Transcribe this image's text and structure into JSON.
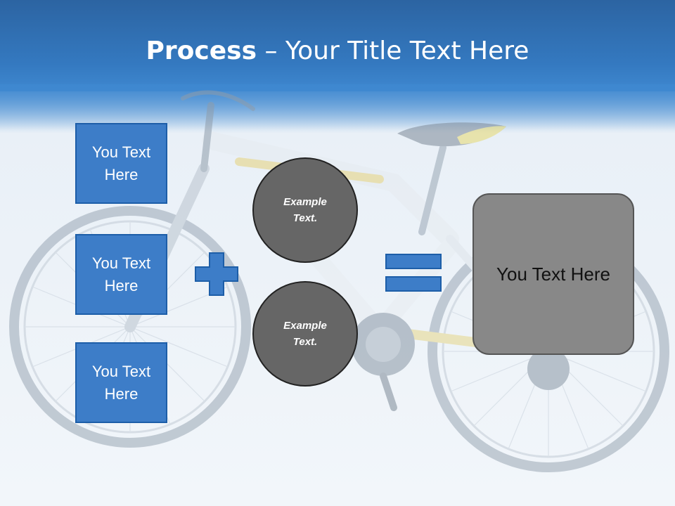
{
  "slide": {
    "title_bold": "Process",
    "title_rest": " – Your Title Text Here"
  },
  "left_boxes": [
    {
      "line1": "You Text",
      "line2": "Here"
    },
    {
      "line1": "You Text",
      "line2": "Here"
    },
    {
      "line1": "You Text",
      "line2": "Here"
    }
  ],
  "circles": [
    {
      "line1": "Example",
      "line2": "Text."
    },
    {
      "line1": "Example",
      "line2": "Text."
    }
  ],
  "result_box": {
    "label": "You Text Here"
  },
  "colors": {
    "header_blue": "#3479c0",
    "box_blue": "#3d7dc8",
    "circle_gray": "#666666",
    "result_gray": "#888888"
  },
  "icons": {
    "plus": "plus-icon",
    "equals": "equals-icon",
    "background": "bicycle-icon"
  }
}
